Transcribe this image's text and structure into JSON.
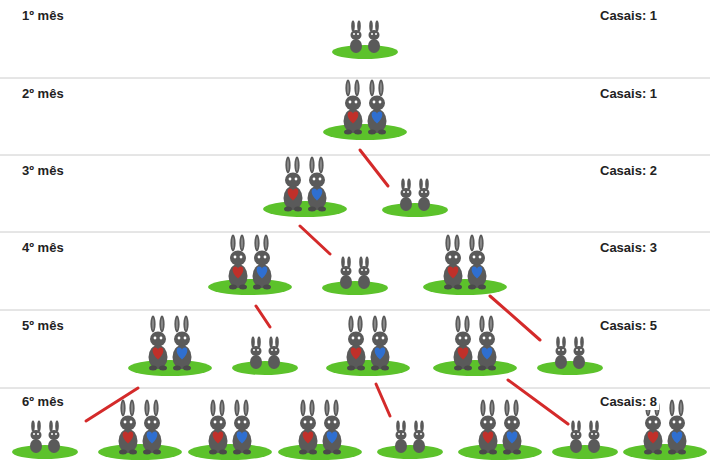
{
  "diagram": {
    "labels": [
      "1º mês",
      "Casais: 1",
      "2º mês",
      "Casais: 1",
      "3º mês",
      "Casais: 2",
      "4º mês",
      "Casais: 3",
      "5º mês",
      "Casais: 5",
      "6º mês",
      "Casais: 8"
    ]
  }
}
